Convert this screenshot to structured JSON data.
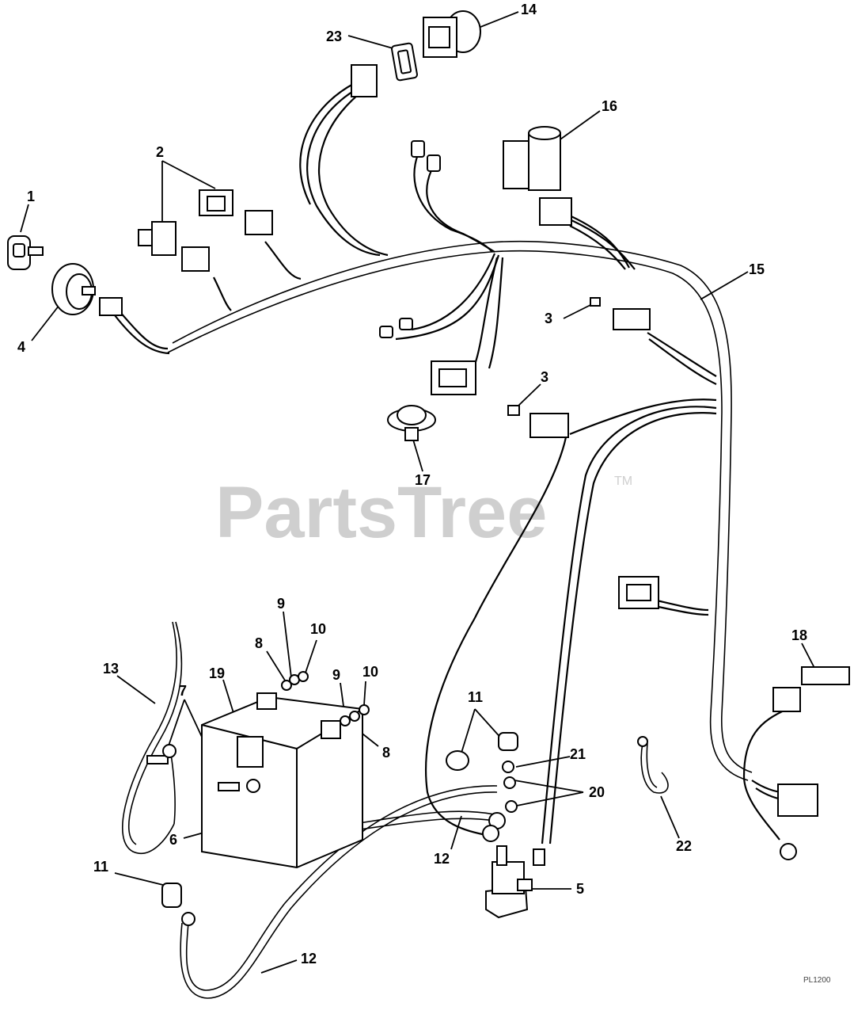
{
  "watermark": {
    "brand": "PartsTree",
    "trademark": "TM"
  },
  "drawing_code": "PL1200",
  "callouts": [
    {
      "id": "c1",
      "label": "1"
    },
    {
      "id": "c2",
      "label": "2"
    },
    {
      "id": "c3a",
      "label": "3"
    },
    {
      "id": "c3b",
      "label": "3"
    },
    {
      "id": "c4",
      "label": "4"
    },
    {
      "id": "c5",
      "label": "5"
    },
    {
      "id": "c6",
      "label": "6"
    },
    {
      "id": "c7",
      "label": "7"
    },
    {
      "id": "c8a",
      "label": "8"
    },
    {
      "id": "c8b",
      "label": "8"
    },
    {
      "id": "c9a",
      "label": "9"
    },
    {
      "id": "c9b",
      "label": "9"
    },
    {
      "id": "c10a",
      "label": "10"
    },
    {
      "id": "c10b",
      "label": "10"
    },
    {
      "id": "c11a",
      "label": "11"
    },
    {
      "id": "c11b",
      "label": "11"
    },
    {
      "id": "c12a",
      "label": "12"
    },
    {
      "id": "c12b",
      "label": "12"
    },
    {
      "id": "c13",
      "label": "13"
    },
    {
      "id": "c14",
      "label": "14"
    },
    {
      "id": "c15",
      "label": "15"
    },
    {
      "id": "c16",
      "label": "16"
    },
    {
      "id": "c17",
      "label": "17"
    },
    {
      "id": "c18",
      "label": "18"
    },
    {
      "id": "c19",
      "label": "19"
    },
    {
      "id": "c20",
      "label": "20"
    },
    {
      "id": "c21",
      "label": "21"
    },
    {
      "id": "c22",
      "label": "22"
    },
    {
      "id": "c23",
      "label": "23"
    }
  ]
}
